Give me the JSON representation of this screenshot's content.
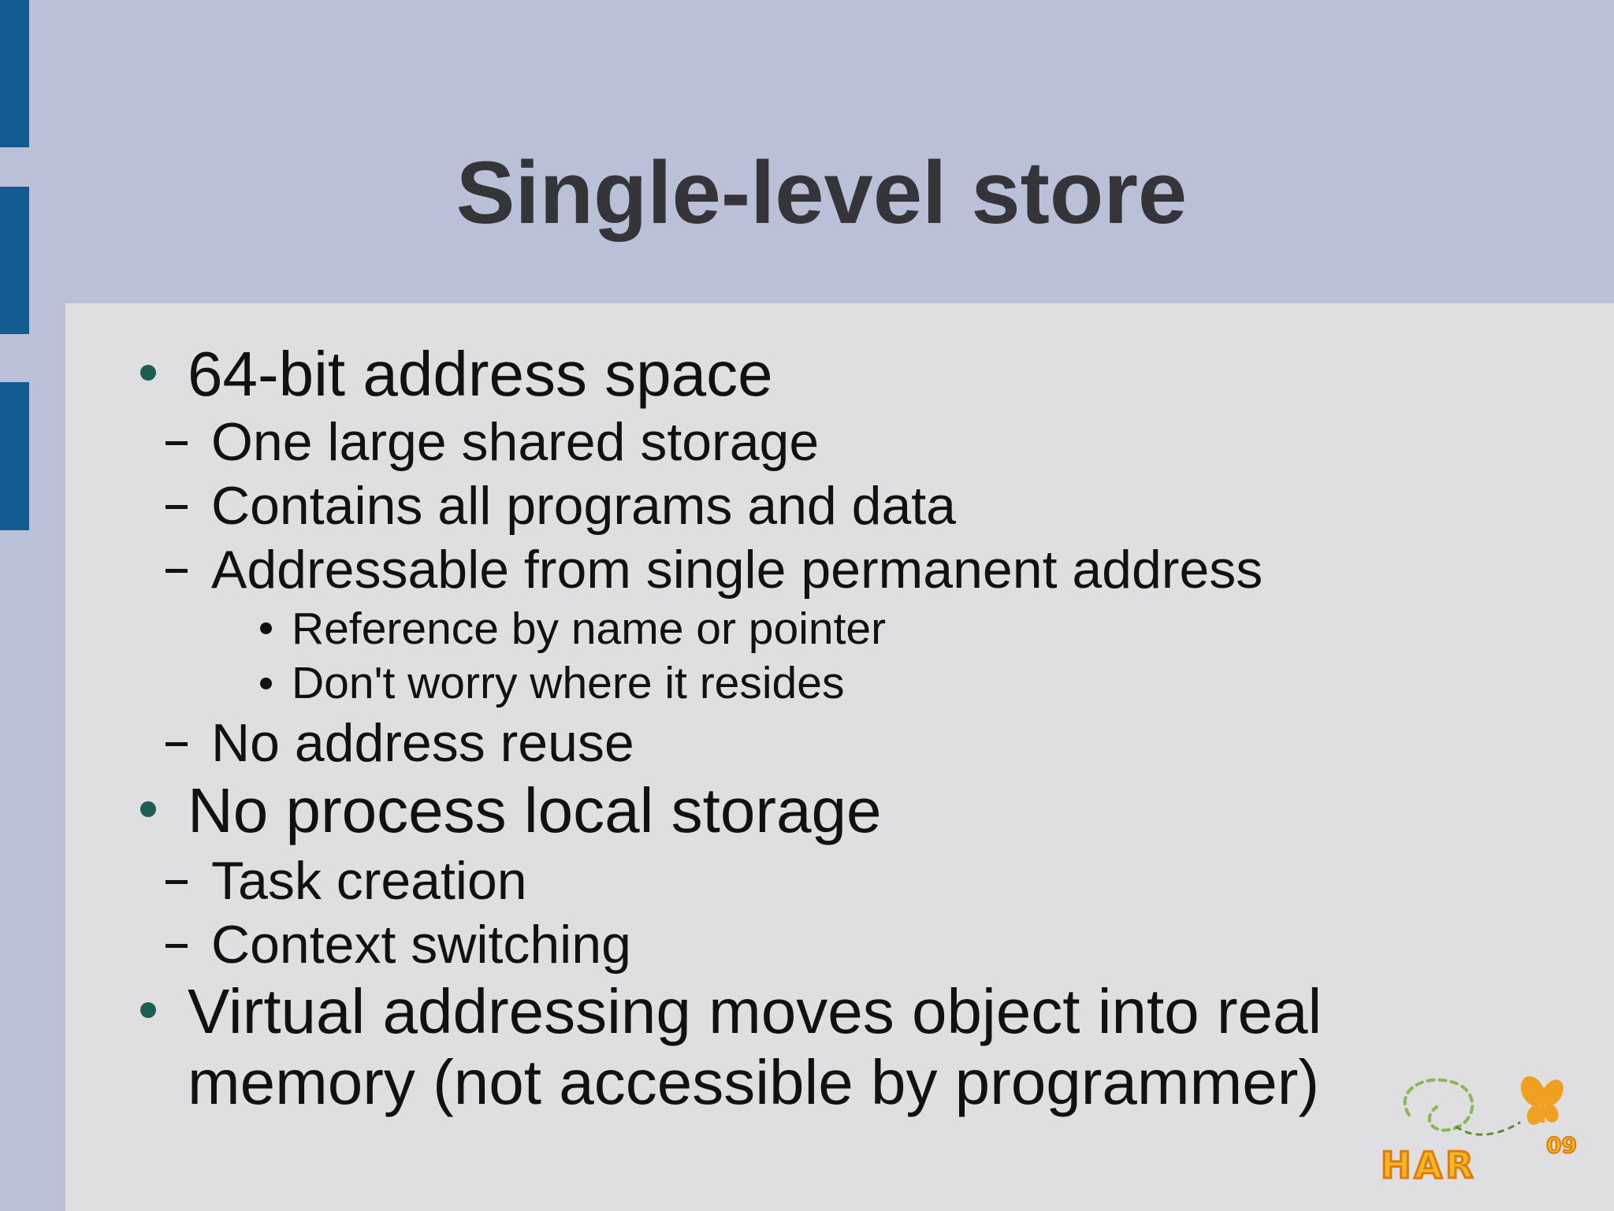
{
  "slide": {
    "title": "Single-level store",
    "items": [
      {
        "level": 1,
        "text": "64-bit address space"
      },
      {
        "level": 2,
        "text": "One large shared storage"
      },
      {
        "level": 2,
        "text": "Contains all programs and data"
      },
      {
        "level": 2,
        "text": "Addressable from single permanent address"
      },
      {
        "level": 3,
        "text": "Reference by name or pointer"
      },
      {
        "level": 3,
        "text": "Don't worry where it resides"
      },
      {
        "level": 2,
        "text": "No address reuse"
      },
      {
        "level": 1,
        "text": "No process local storage"
      },
      {
        "level": 2,
        "text": "Task creation"
      },
      {
        "level": 2,
        "text": "Context switching"
      },
      {
        "level": 1,
        "text": "Virtual addressing moves object into real"
      },
      {
        "level": 1,
        "text": "memory (not accessible by programmer)"
      }
    ]
  },
  "logo": {
    "text": "HAR",
    "superscript": "09"
  },
  "colors": {
    "background": "#bac0d8",
    "accent_bar": "#125c93",
    "content_panel": "#dfdee1",
    "title_text": "#333538",
    "bullet": "#1d5e52",
    "logo_orange": "#f0a020",
    "logo_green": "#8ab850"
  }
}
